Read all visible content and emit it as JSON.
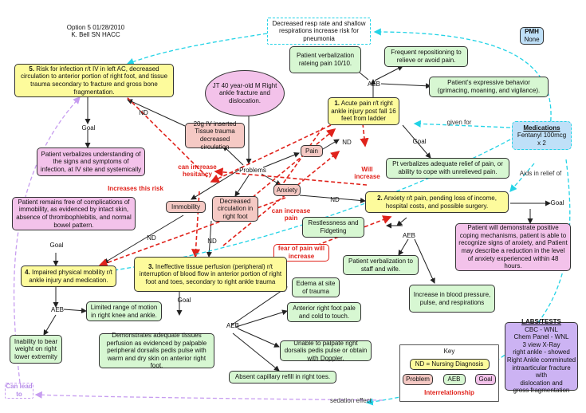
{
  "header": {
    "line1": "Option 5 01/28/2010",
    "line2": "K. Bell SN HACC"
  },
  "pmh": {
    "title": "PMH",
    "value": "None"
  },
  "patient": "JT 40 year-old M Right ankle fracture and dislocation.",
  "nursing_diagnoses": {
    "d1": {
      "num": "1.",
      "text": "Acute pain r/t right ankle injury post fall 16 feet from ladder"
    },
    "d2": {
      "num": "2.",
      "text": "Anxiety r/t pain, pending loss of income, hospital costs, and possible surgery."
    },
    "d3": {
      "num": "3.",
      "text": "Ineffective tissue perfusion (peripheral) r/t interruption of blood flow in anterior portion of right foot and toes, secondary to right ankle trauma"
    },
    "d4": {
      "num": "4.",
      "text": "Impaired physical mobility r/t ankle injury and medication."
    },
    "d5": {
      "num": "5.",
      "text": "Risk for infection r/t IV in left AC, decreased circulation to anterior portion of right foot, and tissue trauma secondary to fracture and gross bone fragmentation."
    }
  },
  "evidence": {
    "e1": "Decreased resp rate and shallow respirations increase risk for pneumonia",
    "e2": "Patient verbalization rateing pain 10/10.",
    "e3": "Frequent repositioning to relieve or avoid pain.",
    "e4": "Patient's expressive behavior (grimacing, moaning, and vigilance).",
    "e5": "Restlessness and Fidgeting",
    "e6": "Patient verbalization to staff and wife.",
    "e7": "Increase in blood pressure, pulse, and respirations",
    "e8": "Edema at site of trauma",
    "e9": "Anterior right foot pale and cold to touch.",
    "e10": "Unable to palpate right dorsalis pedis pulse or obtain with Doppler.",
    "e11": "Absent capillary refill in right toes.",
    "e12": "Limited range of motion in right knee and ankle.",
    "e13": "Inability to bear weight on right lower extremity"
  },
  "goals": {
    "g1": "Pt verbalizes adequate relief of pain, or ability to cope with unrelieved pain.",
    "g2": "Patient will demonstrate positive coping mechanisms, patient is able to recognize signs of anxiety, and Patient may describe a reduction in the level of anxiety experienced within 48 hours.",
    "g3": "Demonstrates adequate tissues perfusion as evidenced by palpable peripheral dorsalis pedis pulse with warm and dry skin on anterior right foot.",
    "g4": "Patient remains free of complications of immobility, as evidenced by intact skin, absence of thrombophlebitis, and normal bowel pattern.",
    "g5": "Patient verbalizes understanding of the signs and symptoms of infection, at IV site and systemically"
  },
  "problems": {
    "p_iv": "20g IV inserted Tissue trauma decreased circulation",
    "p_pain": "Pain",
    "p_anxiety": "Anxiety",
    "p_immobility": "Immobility",
    "p_circ": "Decreased circulation in right foot",
    "label": "Problems"
  },
  "medications": {
    "title": "Medications",
    "value": "Fentanyl 100mcg x 2"
  },
  "labs": {
    "title": "LABS/TESTS",
    "lines": [
      "CBC - WNL",
      "Chem Panel - WNL",
      "3 view X-Ray",
      "right ankle - showed",
      "Right Ankle comminuted",
      "intraarticular fracture with",
      "dislocation and",
      "gross fragmentation"
    ]
  },
  "key": {
    "title": "Key",
    "nd": "ND = Nursing Diagnosis",
    "problem": "Problem",
    "aeb": "AEB",
    "goal": "Goal",
    "relation": "Interrelationship"
  },
  "labels": {
    "goal": "Goal",
    "aeb": "AEB",
    "nd": "ND",
    "given_for": "given for",
    "aids": "Aids in relief of",
    "sedation": "sedation effect",
    "can_lead_to": "Can lead to"
  },
  "red_labels": {
    "hesitancy": "can increase hesitancy",
    "risk": "Increases this risk",
    "will": "Will increase",
    "pain": "can increase pain",
    "fear": "fear of pain will increase"
  },
  "colors": {
    "relation": "#e0221b",
    "med_link": "#22d3e6",
    "lead_link": "#c79df0"
  }
}
